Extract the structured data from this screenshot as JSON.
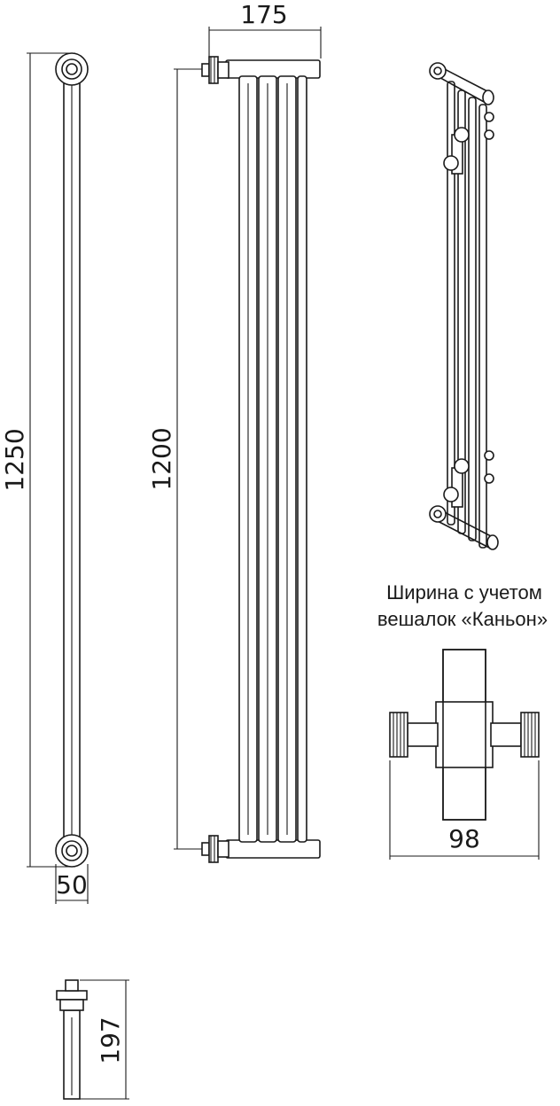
{
  "dimensions": {
    "total_height": "1250",
    "axis_distance": "1200",
    "depth": "175",
    "pipe_width": "50",
    "side_depth": "197",
    "width_with_hangers": "98"
  },
  "caption": {
    "line1": "Ширина с учетом",
    "line2": "вешалок «Каньон»"
  },
  "colors": {
    "line": "#1a1a1a",
    "background": "#ffffff"
  }
}
